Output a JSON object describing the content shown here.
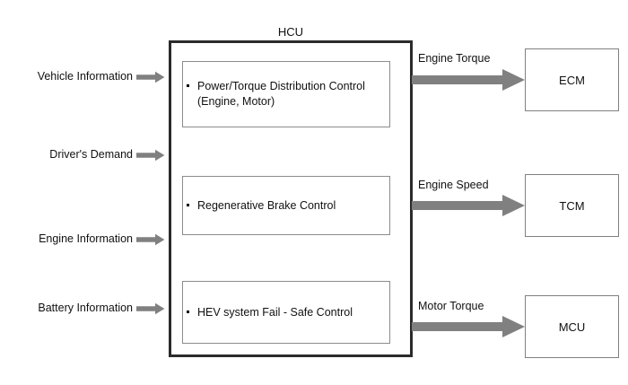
{
  "diagram": {
    "title": "HCU",
    "colors": {
      "arrow_gray": "#808080",
      "outer_border": "#2b2b2b",
      "inner_border": "#8c8c8c",
      "ecu_border": "#808080",
      "text": "#111111",
      "background": "#ffffff"
    },
    "hcu": {
      "label": "HCU",
      "functions": [
        {
          "text": "Power/Torque Distribution Control\n(Engine, Motor)"
        },
        {
          "text": "Regenerative Brake Control"
        },
        {
          "text": "HEV system Fail - Safe Control"
        }
      ]
    },
    "inputs": [
      {
        "label": "Vehicle Information",
        "icon": "arrow-right-icon"
      },
      {
        "label": "Driver's Demand",
        "icon": "arrow-right-icon"
      },
      {
        "label": "Engine Information",
        "icon": "arrow-right-icon"
      },
      {
        "label": "Battery Information",
        "icon": "arrow-right-icon"
      }
    ],
    "outputs": [
      {
        "signal": "Engine Torque",
        "target": "ECM",
        "icon": "arrow-right-icon"
      },
      {
        "signal": "Engine Speed",
        "target": "TCM",
        "icon": "arrow-right-icon"
      },
      {
        "signal": "Motor Torque",
        "target": "MCU",
        "icon": "arrow-right-icon"
      }
    ]
  }
}
